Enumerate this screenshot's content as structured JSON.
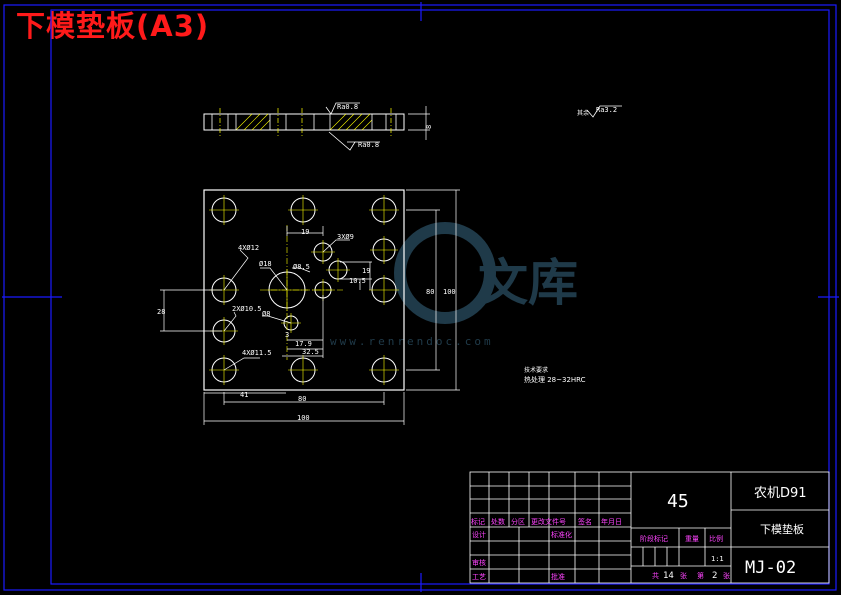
{
  "title": "下模垫板(A3)",
  "watermark": {
    "brand": "文库",
    "url": "www.renrendoc.com"
  },
  "drawing": {
    "side_view": {
      "rough1": "Ra0.8",
      "rough2": "Ra0.8",
      "thickness": "8"
    },
    "rough_note": {
      "prefix": "其余",
      "value": "Ra3.2"
    },
    "plan_view": {
      "dims": {
        "d_19": "19",
        "hole_3x9": "3XØ9",
        "hole_4x12": "4XØ12",
        "d_phi18": "Ø18",
        "d_phi85": "Ø8.5",
        "d_19b": "19",
        "d_105": "10.5",
        "d_28": "28",
        "d_2x105": "2XØ10.5",
        "d_phi8": "Ø8",
        "d_3": "3",
        "d_179": "17.9",
        "d_325": "32.5",
        "d_4x115": "4XØ11.5",
        "d_41": "41",
        "d_80h": "80",
        "d_100h": "100",
        "d_80v": "80",
        "d_100v": "100"
      }
    },
    "tech_req": {
      "heading": "技术要求",
      "line": "热处理 28~32HRC"
    }
  },
  "title_block": {
    "material": "45",
    "project": "农机D91",
    "part_name": "下模垫板",
    "drawing_no": "MJ-02",
    "hdr": [
      "标记",
      "处数",
      "分区",
      "更改文件号",
      "签名",
      "年月日"
    ],
    "design": "设计",
    "standardize": "标准化",
    "review": "审核",
    "process": "工艺",
    "approve": "批准",
    "stage_mark": "阶段标记",
    "weight": "重量",
    "scale": "比例",
    "scale_val": "1:1",
    "total_label": "共",
    "total_val": "14",
    "sheet_label": "张",
    "sheet_label2": "第",
    "sheet_no": "2",
    "sheet_label3": "张"
  },
  "colors": {
    "frame": "#1a1aff",
    "geometry": "#ffffff",
    "dimension": "#ffffff",
    "center": "#ffff00",
    "hatch": "#ffff00",
    "hole": "#ffff00",
    "tb_text": "#ff44ff",
    "title": "#ff1a1a"
  }
}
